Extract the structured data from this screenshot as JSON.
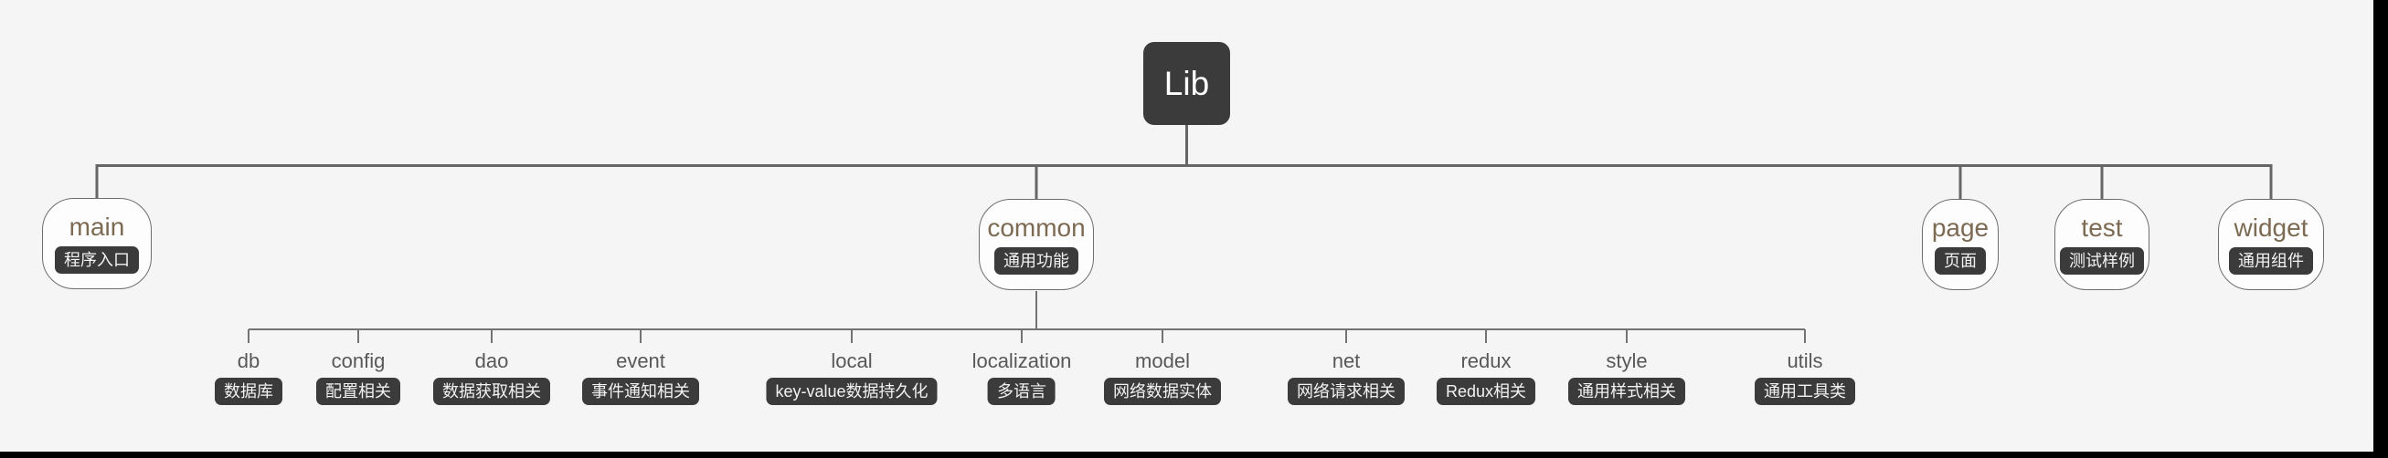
{
  "root": {
    "name": "Lib"
  },
  "level1": [
    {
      "name": "main",
      "badge": "程序入口"
    },
    {
      "name": "common",
      "badge": "通用功能"
    },
    {
      "name": "page",
      "badge": "页面"
    },
    {
      "name": "test",
      "badge": "测试样例"
    },
    {
      "name": "widget",
      "badge": "通用组件"
    }
  ],
  "children": [
    {
      "name": "db",
      "badge": "数据库"
    },
    {
      "name": "config",
      "badge": "配置相关"
    },
    {
      "name": "dao",
      "badge": "数据获取相关"
    },
    {
      "name": "event",
      "badge": "事件通知相关"
    },
    {
      "name": "local",
      "badge": "key-value数据持久化"
    },
    {
      "name": "localization",
      "badge": "多语言"
    },
    {
      "name": "model",
      "badge": "网络数据实体"
    },
    {
      "name": "net",
      "badge": "网络请求相关"
    },
    {
      "name": "redux",
      "badge": "Redux相关"
    },
    {
      "name": "style",
      "badge": "通用样式相关"
    },
    {
      "name": "utils",
      "badge": "通用工具类"
    }
  ],
  "colors": {
    "canvas_background": "#f5f5f5",
    "dark_node": "#3b3b3b",
    "node_border": "#6e6e6e",
    "connector_line": "#666666",
    "level1_name_text": "#7c6a53",
    "child_name_text": "#585858",
    "badge_text": "#f2f2f2",
    "letterbox": "#000000"
  }
}
